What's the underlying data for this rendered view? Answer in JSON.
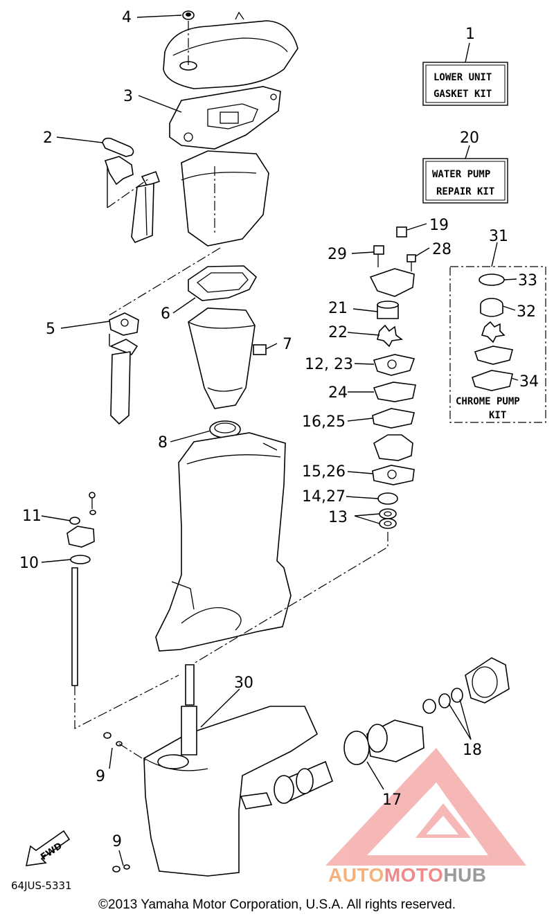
{
  "callouts": {
    "c1": "1",
    "c2": "2",
    "c3": "3",
    "c4": "4",
    "c5": "5",
    "c6": "6",
    "c7": "7",
    "c8": "8",
    "c9a": "9",
    "c9b": "9",
    "c10": "10",
    "c11": "11",
    "c13": "13",
    "c14_27": "14,27",
    "c15_26": "15,26",
    "c16_25": "16,25",
    "c12_23": "12, 23",
    "c17": "17",
    "c18": "18",
    "c19": "19",
    "c20": "20",
    "c21": "21",
    "c22": "22",
    "c24": "24",
    "c28": "28",
    "c29": "29",
    "c30": "30",
    "c31": "31",
    "c32": "32",
    "c33": "33",
    "c34": "34"
  },
  "kits": {
    "lower_unit_line1": "LOWER UNIT",
    "lower_unit_line2": "GASKET KIT",
    "water_pump_line1": "WATER PUMP",
    "water_pump_line2": "REPAIR KIT",
    "chrome_line1": "CHROME PUMP",
    "chrome_line2": "KIT"
  },
  "fwd_arrow": "FWD",
  "diagram_code": "64JUS-5331",
  "copyright": "©2013 Yamaha Motor Corporation, U.S.A. All rights reserved.",
  "watermark": {
    "part1": "AUTO",
    "part2": "MOTO",
    "part3": "HUB"
  },
  "colors": {
    "line": "#000000",
    "watermark_auto": "#f5b07c",
    "watermark_moto": "#f08a8a",
    "watermark_hub": "#9a9a9a",
    "watermark_triangle": "#f08a8a"
  }
}
